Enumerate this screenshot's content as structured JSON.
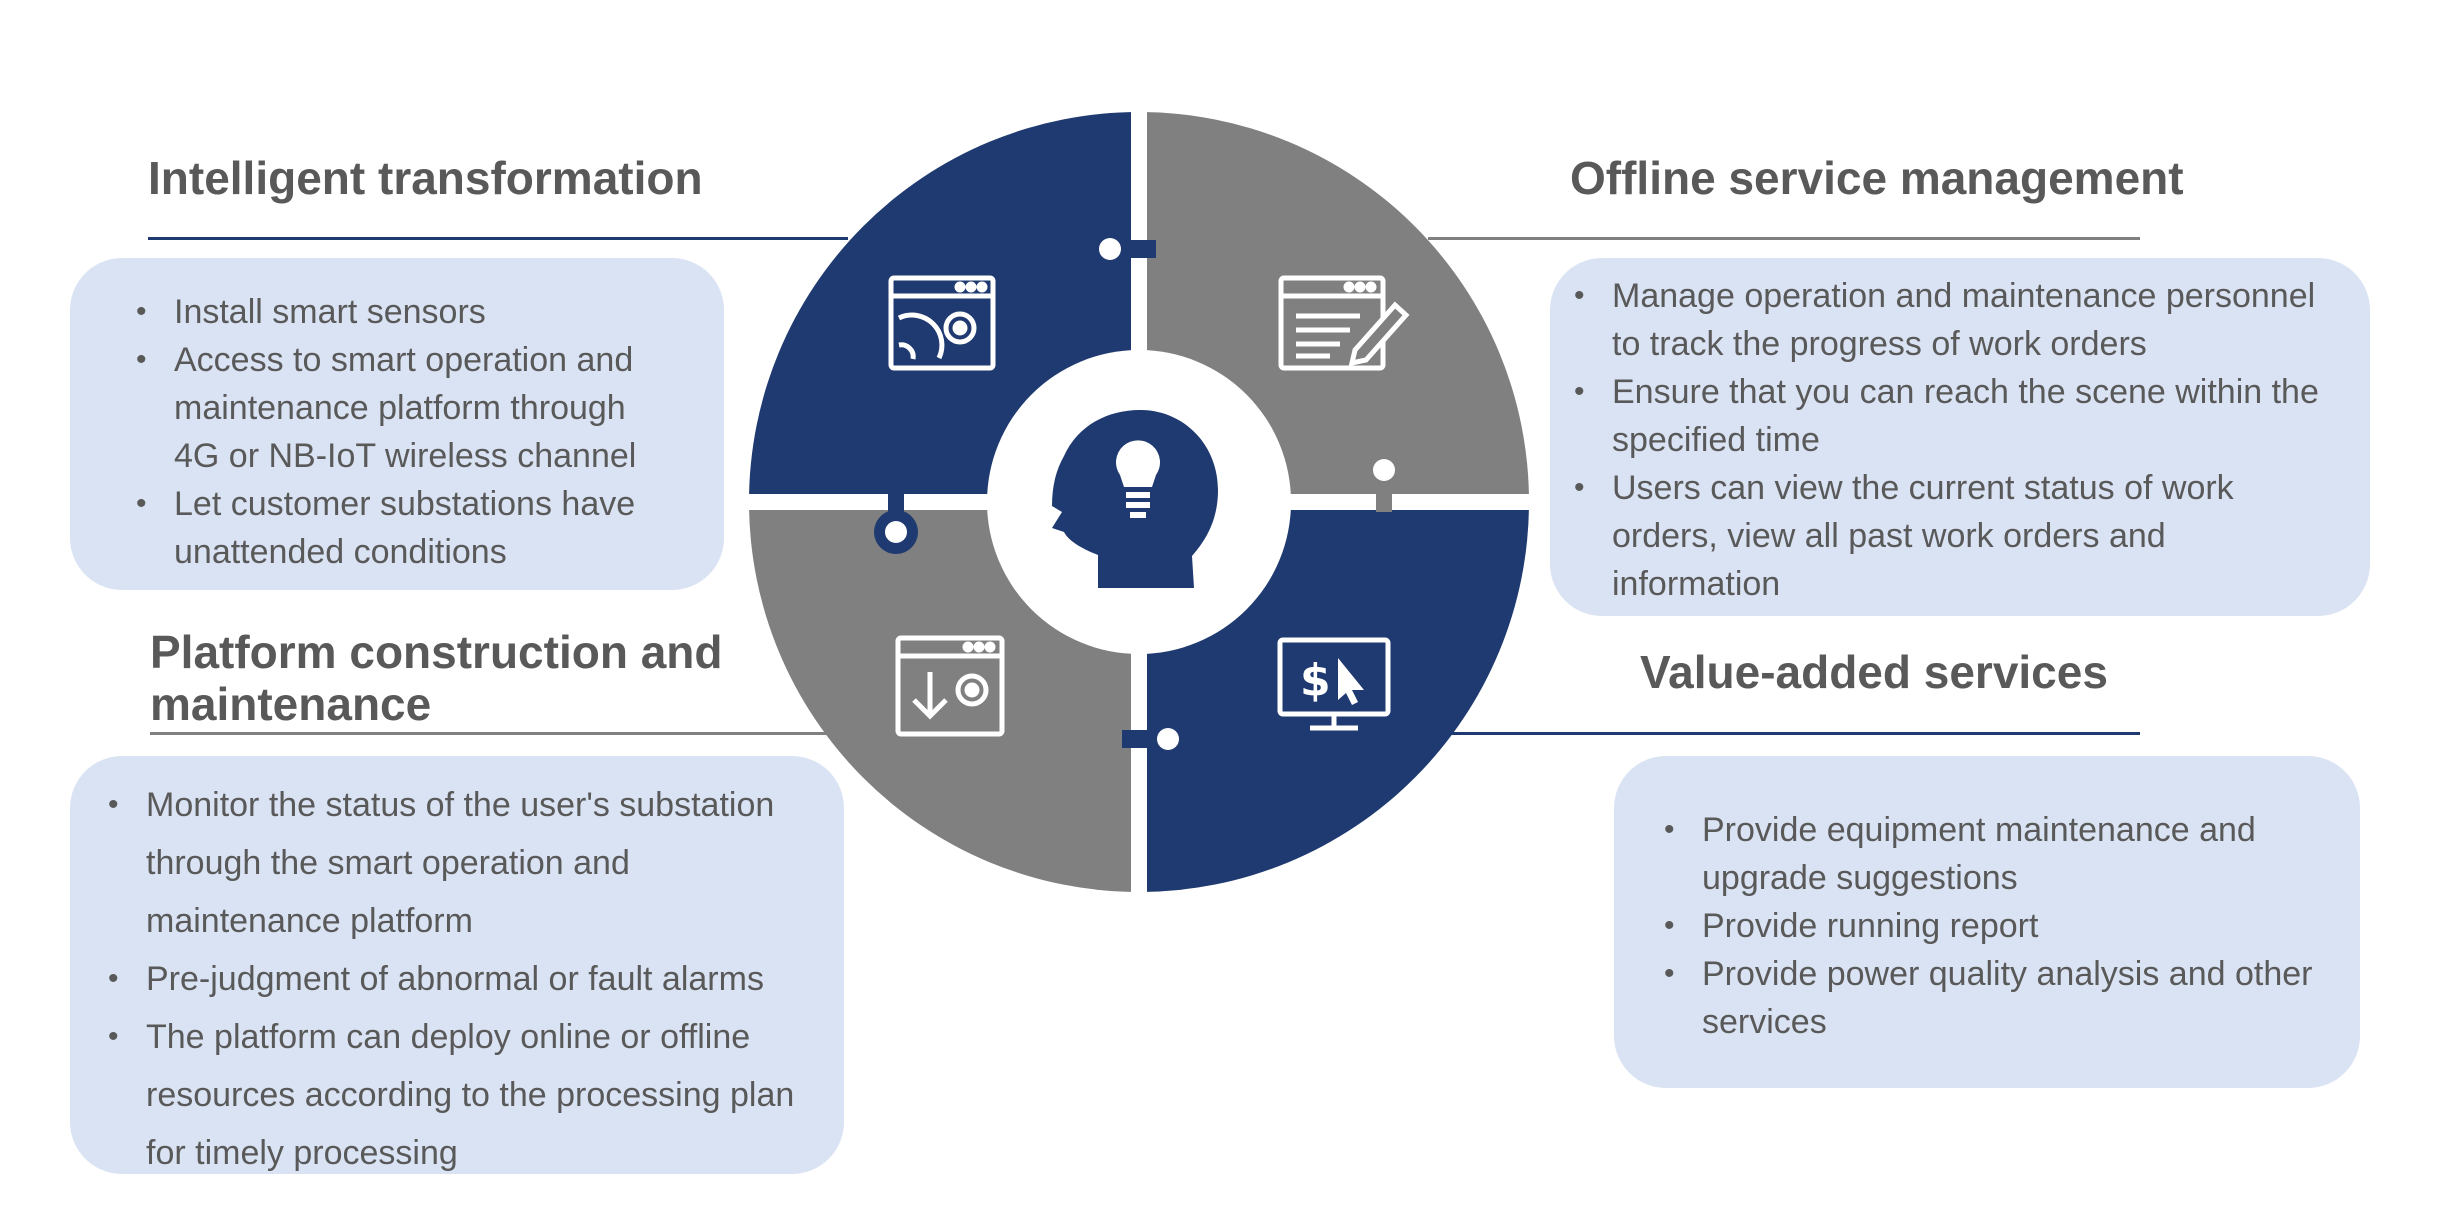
{
  "colors": {
    "navy": "#1f3a70",
    "gray": "#808080",
    "box": "#dae3f3",
    "text": "#595959"
  },
  "quadrants": {
    "top_left": {
      "title": "Intelligent transformation",
      "icon": "gears-window-icon",
      "items": [
        "Install smart sensors",
        "Access to smart operation and maintenance platform through 4G or NB-IoT wireless channel",
        "Let customer substations have unattended conditions"
      ]
    },
    "top_right": {
      "title": "Offline service management",
      "icon": "document-edit-icon",
      "items": [
        "Manage operation and maintenance personnel to track the progress of work orders",
        "Ensure that you can reach the scene within the specified time",
        "Users can view the current status of work orders, view all past work orders and information"
      ]
    },
    "bottom_left": {
      "title": "Platform construction and maintenance",
      "icon": "download-gear-window-icon",
      "items": [
        "Monitor the status of the user's substation through the smart operation and maintenance platform",
        "Pre-judgment of abnormal or fault alarms",
        "The platform can deploy online or offline resources according to the processing plan for timely processing"
      ]
    },
    "bottom_right": {
      "title": "Value-added services",
      "icon": "monitor-dollar-icon",
      "items": [
        "Provide equipment maintenance and upgrade suggestions",
        "Provide running report",
        "Provide power quality analysis and other services"
      ]
    }
  },
  "center_icon": "head-lightbulb-icon"
}
